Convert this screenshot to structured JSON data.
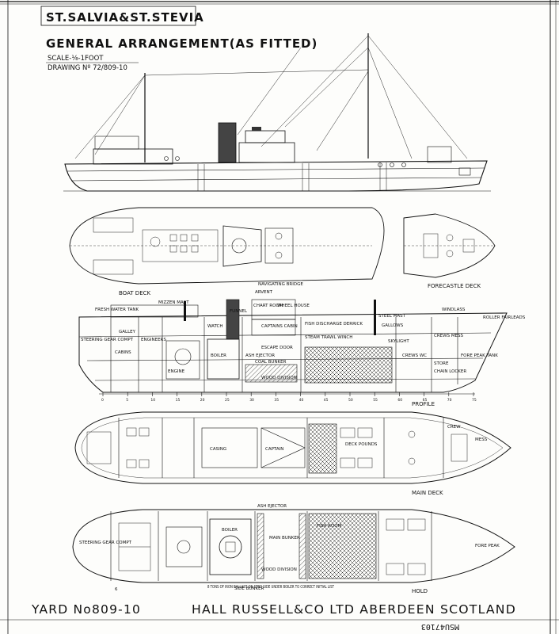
{
  "header": {
    "vessel_names": "ST.SALVIA&ST.STEVIA",
    "drawing_title": "GENERAL ARRANGEMENT(AS FITTED)",
    "scale": "SCALE-⅛-1FOOT",
    "drawing_no": "DRAWING Nº 72/809-10"
  },
  "footer": {
    "yard_no": "YARD No809-10",
    "builder": "HALL RUSSELL&CO LTD ABERDEEN SCOTLAND",
    "archive_ref": "MSU47103",
    "small_mark": "6"
  },
  "views": {
    "boat_deck": "BOAT DECK",
    "forecastle_deck": "FORECASTLE DECK",
    "profile": "PROFILE",
    "main_deck": "MAIN DECK",
    "hold": "HOLD"
  },
  "profile_labels": {
    "navigating_bridge": "NAVIGATING BRIDGE",
    "ash_vent": "ARVENT",
    "chart_room": "CHART ROOM",
    "wheel_house": "WHEEL HOUSE",
    "mizzen_mast": "MIZZEN MAST",
    "steel_mast": "STEEL MAST",
    "windlass": "WINDLASS",
    "roller_fairleads": "ROLLER FAIRLEADS",
    "gallows": "GALLOWS",
    "fish_discharge_derrick": "FISH DISCHARGE DERRICK",
    "steam_trawl_winch": "STEAM TRAWL WINCH",
    "captains_cabin": "CAPTAINS CABIN",
    "galley": "GALLEY",
    "cabins": "CABINS",
    "engine": "ENGINE",
    "boiler": "BOILER",
    "watch": "WATCH",
    "funnel": "FUNNEL",
    "ash_ejector": "ASH EJECTOR",
    "coal_bunker": "COAL BUNKER",
    "wood_division": "WOOD DIVISION",
    "escape_door": "ESCAPE DOOR",
    "crews_wc": "CREWS WC",
    "chain_locker": "CHAIN LOCKER",
    "fore_peak": "FORE PEAK TANK",
    "crews_mess": "CREWS MESS",
    "stores": "STORE",
    "skylight": "SKYLIGHT",
    "engineers": "ENGINEERS",
    "fresh_water_tank": "FRESH WATER TANK",
    "steering_gear": "STEERING GEAR COMPT"
  },
  "main_deck_labels": {
    "deck_pounds": "DECK POUNDS",
    "casing": "CASING",
    "captain": "CAPTAIN",
    "crew": "CREW",
    "mess": "MESS"
  },
  "hold_labels": {
    "boiler": "BOILER",
    "main_bunker": "MAIN BUNKER",
    "fish_room": "FISH ROOM",
    "ash_ejector": "ASH EJECTOR",
    "wood_division": "WOOD DIVISION",
    "side_bunker": "SIDE BUNKER",
    "ballast_note": "8 TONS OF IRON BALLAST ON STBD SIDE UNDER BOILER TO CORRECT INITIAL LIST",
    "steering_gear": "STEERING GEAR COMPT",
    "fore_peak": "FORE PEAK"
  },
  "frame_ticks": [
    "0",
    "5",
    "10",
    "15",
    "20",
    "25",
    "30",
    "35",
    "40",
    "45",
    "50",
    "55",
    "60",
    "65",
    "70",
    "75"
  ]
}
